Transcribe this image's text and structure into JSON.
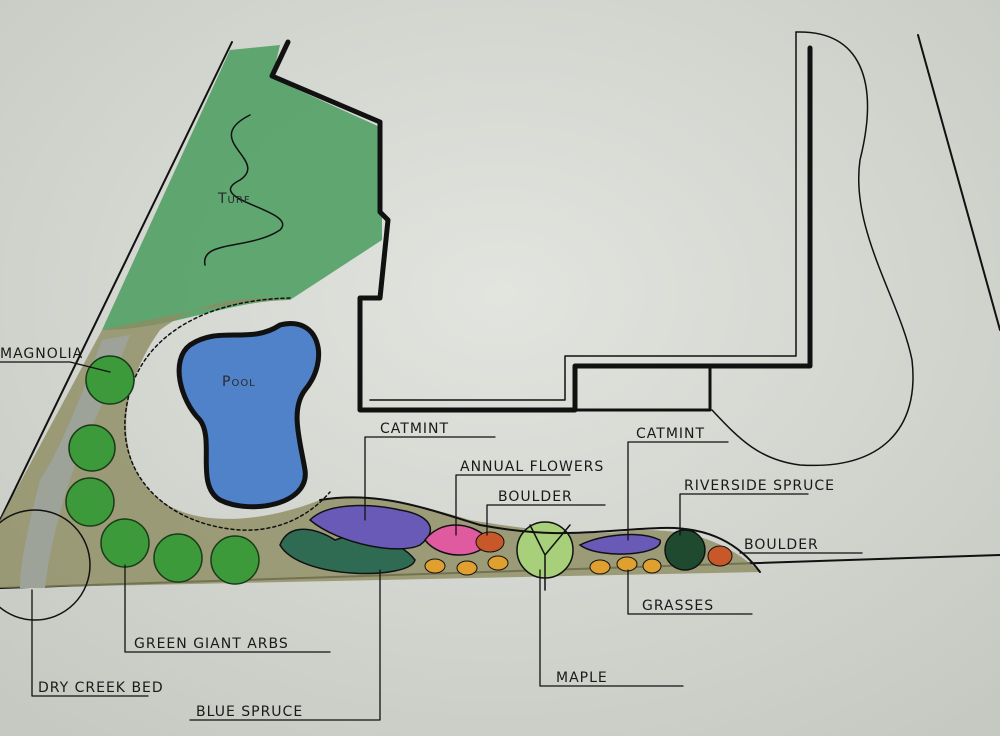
{
  "areas": {
    "turf": "Turf",
    "pool": "Pool"
  },
  "labels": {
    "magnolia": "Magnolia",
    "catmint_left": "Catmint",
    "annual_flowers": "Annual Flowers",
    "boulder_left": "Boulder",
    "catmint_right": "Catmint",
    "riverside_spruce": "Riverside Spruce",
    "boulder_right": "Boulder",
    "grasses": "Grasses",
    "maple": "Maple",
    "green_giant_arbs": "Green Giant Arbs",
    "dry_creek_bed": "Dry Creek Bed",
    "blue_spruce": "Blue Spruce"
  },
  "colors": {
    "paper": "#d8dad5",
    "turf": "#3f9a5a",
    "pool": "#4a7fc4",
    "bed": "#8a8a5e",
    "arb": "#3d9a3a",
    "catmint": "#6a5ab8",
    "annual": "#e05aa0",
    "boulder": "#c8582a",
    "maple": "#a8d07a",
    "spruce": "#1f4a30"
  }
}
